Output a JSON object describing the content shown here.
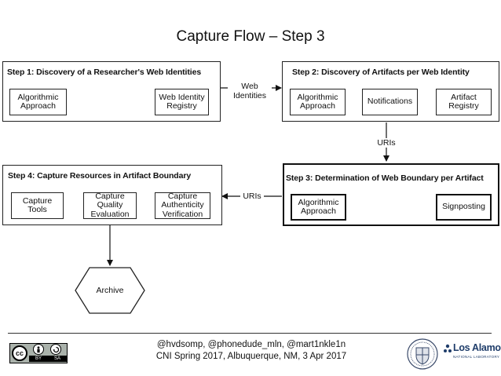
{
  "title": "Capture Flow – Step 3",
  "steps": {
    "step1": {
      "title": "Step 1: Discovery of a Researcher's Web Identities",
      "items": [
        "Algorithmic\nApproach",
        "Web Identity\nRegistry"
      ]
    },
    "step2": {
      "title": "Step 2: Discovery of Artifacts per Web Identity",
      "items": [
        "Algorithmic\nApproach",
        "Notifications",
        "Artifact\nRegistry"
      ]
    },
    "step3": {
      "title": "Step 3: Determination of Web Boundary per Artifact",
      "items": [
        "Algorithmic\nApproach",
        "Signposting"
      ]
    },
    "step4": {
      "title": "Step 4: Capture Resources in Artifact Boundary",
      "items": [
        "Capture\nTools",
        "Capture\nQuality\nEvaluation",
        "Capture\nAuthenticity\nVerification"
      ]
    }
  },
  "edges": {
    "step1_to_step2": "Web\nIdentities",
    "step2_to_step3": "URIs",
    "step3_to_step4": "URIs"
  },
  "archive_label": "Archive",
  "footer": {
    "line1": "@hvdsomp, @phonedude_mln, @mart1nkle1n",
    "line2": "CNI Spring 2017, Albuquerque, NM, 3 Apr 2017"
  },
  "logos": {
    "cc": {
      "main": "cc",
      "by": "BY",
      "sa": "SA"
    },
    "lanl": {
      "name": "Los Alamos",
      "subtitle": "NATIONAL LABORATORY"
    }
  }
}
